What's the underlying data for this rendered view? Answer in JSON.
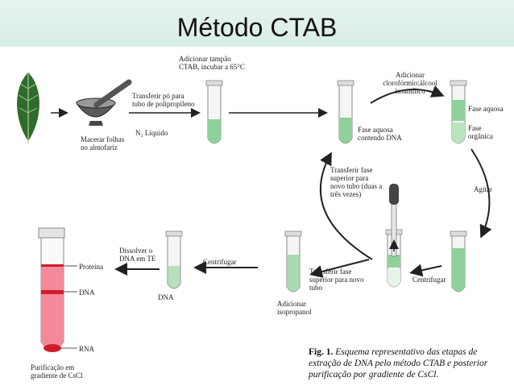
{
  "title": "Método CTAB",
  "labels": {
    "macerar": "Macerar folhas no almofariz",
    "n2": "N₂ Líquido",
    "transferir_po": "Transferir pó para tubo de polipropileno",
    "ctab": "Adicionar tampão CTAB, incubar a 65°C",
    "fase_aquosa_dna": "Fase aquosa contendo DNA",
    "cloroformio": "Adicionar clorofórmio:álcool isoamílico",
    "fase_aquosa": "Fase aquosa",
    "fase_organica": "Fase orgânica",
    "agitar": "Agitar",
    "centrifugar_1": "Centrifugar",
    "transferir_fase": "Transferir fase superior para novo tubo (duas a três vezes)",
    "transferir_fase_2": "Transferir fase superior para novo tubo",
    "isopropanol": "Adicionar isopropanol",
    "centrifugar_2": "Centrifugar",
    "dna_pellet": "DNA",
    "dissolver": "Dissolver o DNA em TE",
    "proteina": "Proteína",
    "dna_band": "DNA",
    "rna": "RNA",
    "purificacao": "Purificação em gradiente de CsCl"
  },
  "caption": {
    "prefix": "Fig. 1.",
    "text": "Esquema representativo das etapas de extração de DNA pelo método CTAB e posterior purificação por gradiente de CsCl."
  },
  "colors": {
    "header": "#dcefe9",
    "leaf": "#2f6b2a",
    "solution": "#8fd19a",
    "gradient_tube": "#f28a9a",
    "band": "#d01c2a"
  }
}
